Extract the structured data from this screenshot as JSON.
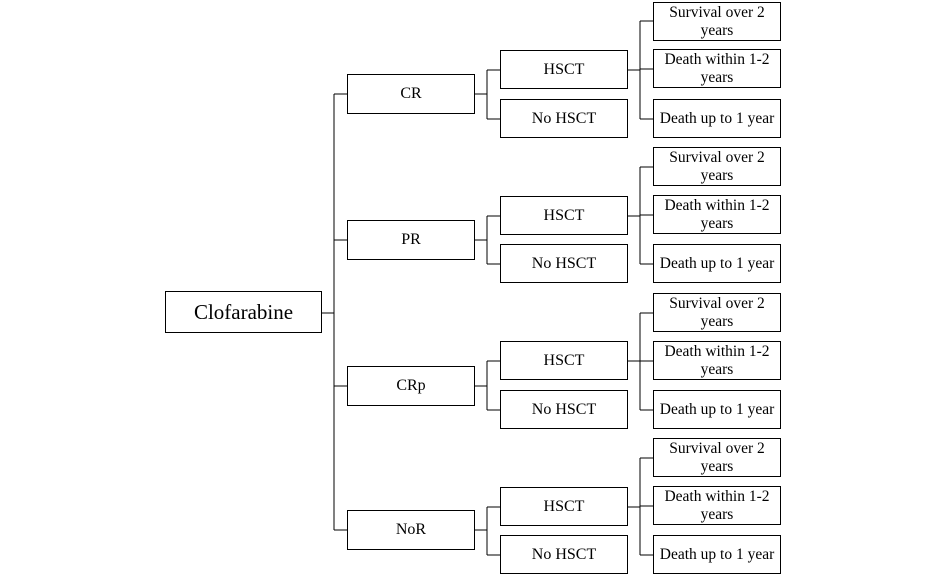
{
  "root": {
    "label": "Clofarabine"
  },
  "responses": [
    {
      "label": "CR",
      "treatments": [
        {
          "label": "HSCT"
        },
        {
          "label": "No HSCT"
        }
      ]
    },
    {
      "label": "PR",
      "treatments": [
        {
          "label": "HSCT"
        },
        {
          "label": "No HSCT"
        }
      ]
    },
    {
      "label": "CRp",
      "treatments": [
        {
          "label": "HSCT"
        },
        {
          "label": "No HSCT"
        }
      ]
    },
    {
      "label": "NoR",
      "treatments": [
        {
          "label": "HSCT"
        },
        {
          "label": "No HSCT"
        }
      ]
    }
  ],
  "outcomes": [
    {
      "label": "Survival  over 2 years"
    },
    {
      "label": "Death within 1-2 years"
    },
    {
      "label": "Death up to 1 year"
    }
  ]
}
